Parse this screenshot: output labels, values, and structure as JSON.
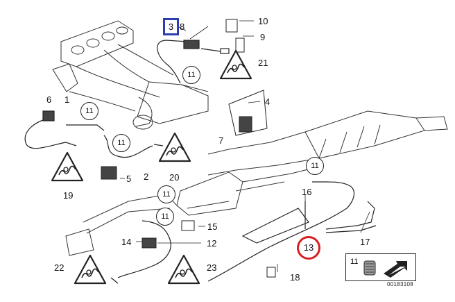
{
  "diagram": {
    "selected_part": "3",
    "highlighted_part": "13",
    "reference_number": "00183108",
    "part_labels": [
      "1",
      "2",
      "4",
      "5",
      "6",
      "7",
      "8",
      "9",
      "10",
      "12",
      "14",
      "15",
      "16",
      "17",
      "18",
      "19",
      "20",
      "21",
      "22",
      "23"
    ],
    "circle_callouts": [
      "11",
      "11",
      "11",
      "11",
      "11",
      "11"
    ],
    "legend_label": "11",
    "colors": {
      "selected_box": "#2b3fb0",
      "highlighted_circle": "#d62020",
      "line": "#222222"
    },
    "icons": [
      "warning-triangle-icon",
      "sensor-icon",
      "exhaust-manifold",
      "catalytic-converter",
      "oxygen-sensor-cable"
    ]
  }
}
